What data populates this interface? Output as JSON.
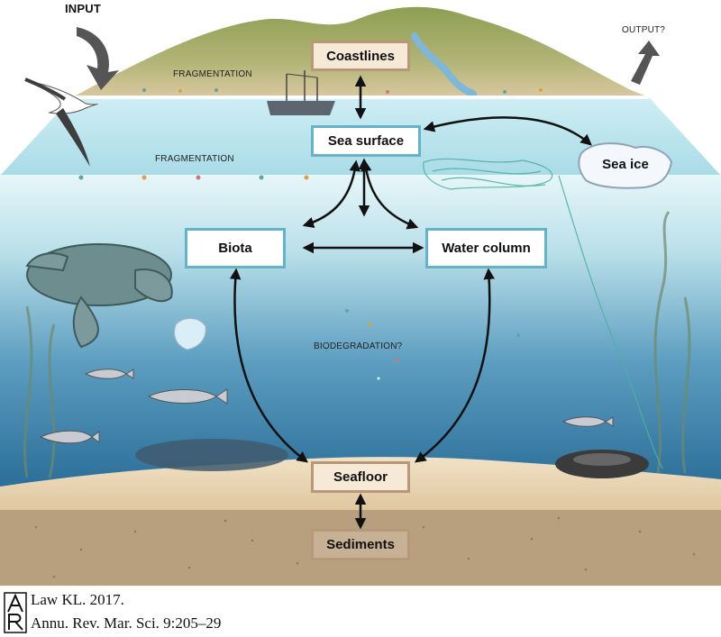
{
  "labels": {
    "input": "INPUT",
    "output": "OUTPUT?",
    "fragmentation_land": "FRAGMENTATION",
    "fragmentation_sea": "FRAGMENTATION",
    "biodegradation": "BIODEGRADATION?"
  },
  "boxes": {
    "coastlines": "Coastlines",
    "sea_surface": "Sea surface",
    "sea_ice": "Sea ice",
    "biota": "Biota",
    "water_column": "Water column",
    "seafloor": "Seafloor",
    "sediments": "Sediments"
  },
  "citation": {
    "line1": "Law KL. 2017.",
    "line2": "Annu. Rev. Mar. Sci. 9:205–29"
  },
  "colors": {
    "box_border_water": "#63b3c9",
    "box_border_sand": "#b7997a",
    "hill": "#95a35c",
    "sand": "#ead6b4",
    "sediment": "#b29a78",
    "water_top": "#d9f1f6",
    "water_bottom": "#246a9a"
  }
}
